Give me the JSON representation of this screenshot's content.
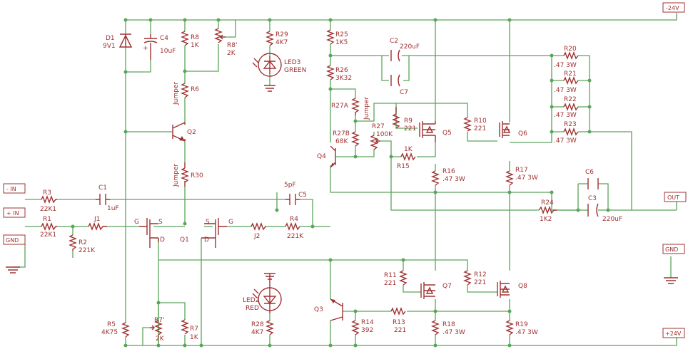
{
  "ports": {
    "neg24": "-24V",
    "pos24": "+24V",
    "in_neg": "- IN",
    "in_pos": "+ IN",
    "gnd_left": "GND",
    "out": "OUT",
    "gnd_right": "GND"
  },
  "components": {
    "D1": {
      "ref": "D1",
      "value": "9V1"
    },
    "C4": {
      "ref": "C4",
      "value": "10uF"
    },
    "R8": {
      "ref": "R8",
      "value": "1K"
    },
    "R8p": {
      "ref": "R8'",
      "value": "2K"
    },
    "R29": {
      "ref": "R29",
      "value": "4K7"
    },
    "LED3": {
      "ref": "LED3",
      "value": "GREEN"
    },
    "R25": {
      "ref": "R25",
      "value": "1K5"
    },
    "C2": {
      "ref": "C2",
      "value": "220uF"
    },
    "C7": {
      "ref": "C7"
    },
    "R26": {
      "ref": "R26",
      "value": "3K32"
    },
    "R20": {
      "ref": "R20",
      "value": ".47 3W"
    },
    "R21": {
      "ref": "R21",
      "value": ".47 3W"
    },
    "R22": {
      "ref": "R22",
      "value": ".47 3W"
    },
    "R23": {
      "ref": "R23",
      "value": ".47 3W"
    },
    "R6": {
      "ref": "R6",
      "label": "Jumper"
    },
    "Q2": {
      "ref": "Q2"
    },
    "R30": {
      "ref": "R30",
      "label": "Jumper"
    },
    "R27A": {
      "ref": "R27A",
      "label": "Jumper"
    },
    "R9": {
      "ref": "R9",
      "value": "221"
    },
    "Q5": {
      "ref": "Q5"
    },
    "R10": {
      "ref": "R10",
      "value": "221"
    },
    "Q6": {
      "ref": "Q6"
    },
    "R27B": {
      "ref": "R27B",
      "value": "68K"
    },
    "R27": {
      "ref": "R27",
      "value": "100K"
    },
    "Q4": {
      "ref": "Q4"
    },
    "R15": {
      "ref": "R15",
      "value": "1K"
    },
    "R16": {
      "ref": "R16",
      "value": ".47 3W"
    },
    "R17": {
      "ref": "R17",
      "value": ".47 3W"
    },
    "C6": {
      "ref": "C6"
    },
    "C3": {
      "ref": "C3",
      "value": "220uF"
    },
    "R24": {
      "ref": "R24",
      "value": "1K2"
    },
    "R3": {
      "ref": "R3",
      "value": "22K1"
    },
    "C1": {
      "ref": "C1",
      "value": "1uF"
    },
    "C5": {
      "ref": "C5",
      "value": "5pF"
    },
    "R1": {
      "ref": "R1",
      "value": "22K1"
    },
    "J1": {
      "ref": "J1"
    },
    "R2": {
      "ref": "R2",
      "value": "221K"
    },
    "Q1": {
      "ref": "Q1",
      "pins": {
        "g": "G",
        "s": "S",
        "d": "D"
      }
    },
    "J2": {
      "ref": "J2"
    },
    "R4": {
      "ref": "R4",
      "value": "221K"
    },
    "R11": {
      "ref": "R11",
      "value": "221"
    },
    "Q7": {
      "ref": "Q7"
    },
    "R12": {
      "ref": "R12",
      "value": "221"
    },
    "Q8": {
      "ref": "Q8"
    },
    "LED2": {
      "ref": "LED2",
      "value": "RED"
    },
    "Q3": {
      "ref": "Q3"
    },
    "R14": {
      "ref": "R14",
      "value": "392"
    },
    "R13": {
      "ref": "R13",
      "value": "221"
    },
    "R5": {
      "ref": "R5",
      "value": "4K75"
    },
    "R7p": {
      "ref": "R7'",
      "value": "2K"
    },
    "R7": {
      "ref": "R7",
      "value": "1K"
    },
    "R28": {
      "ref": "R28",
      "value": "4K7"
    },
    "R18": {
      "ref": "R18",
      "value": ".47 3W"
    },
    "R19": {
      "ref": "R19",
      "value": ".47 3W"
    }
  },
  "colors": {
    "wire": "#5aa55a",
    "component": "#a03030",
    "background": "#ffffff"
  }
}
